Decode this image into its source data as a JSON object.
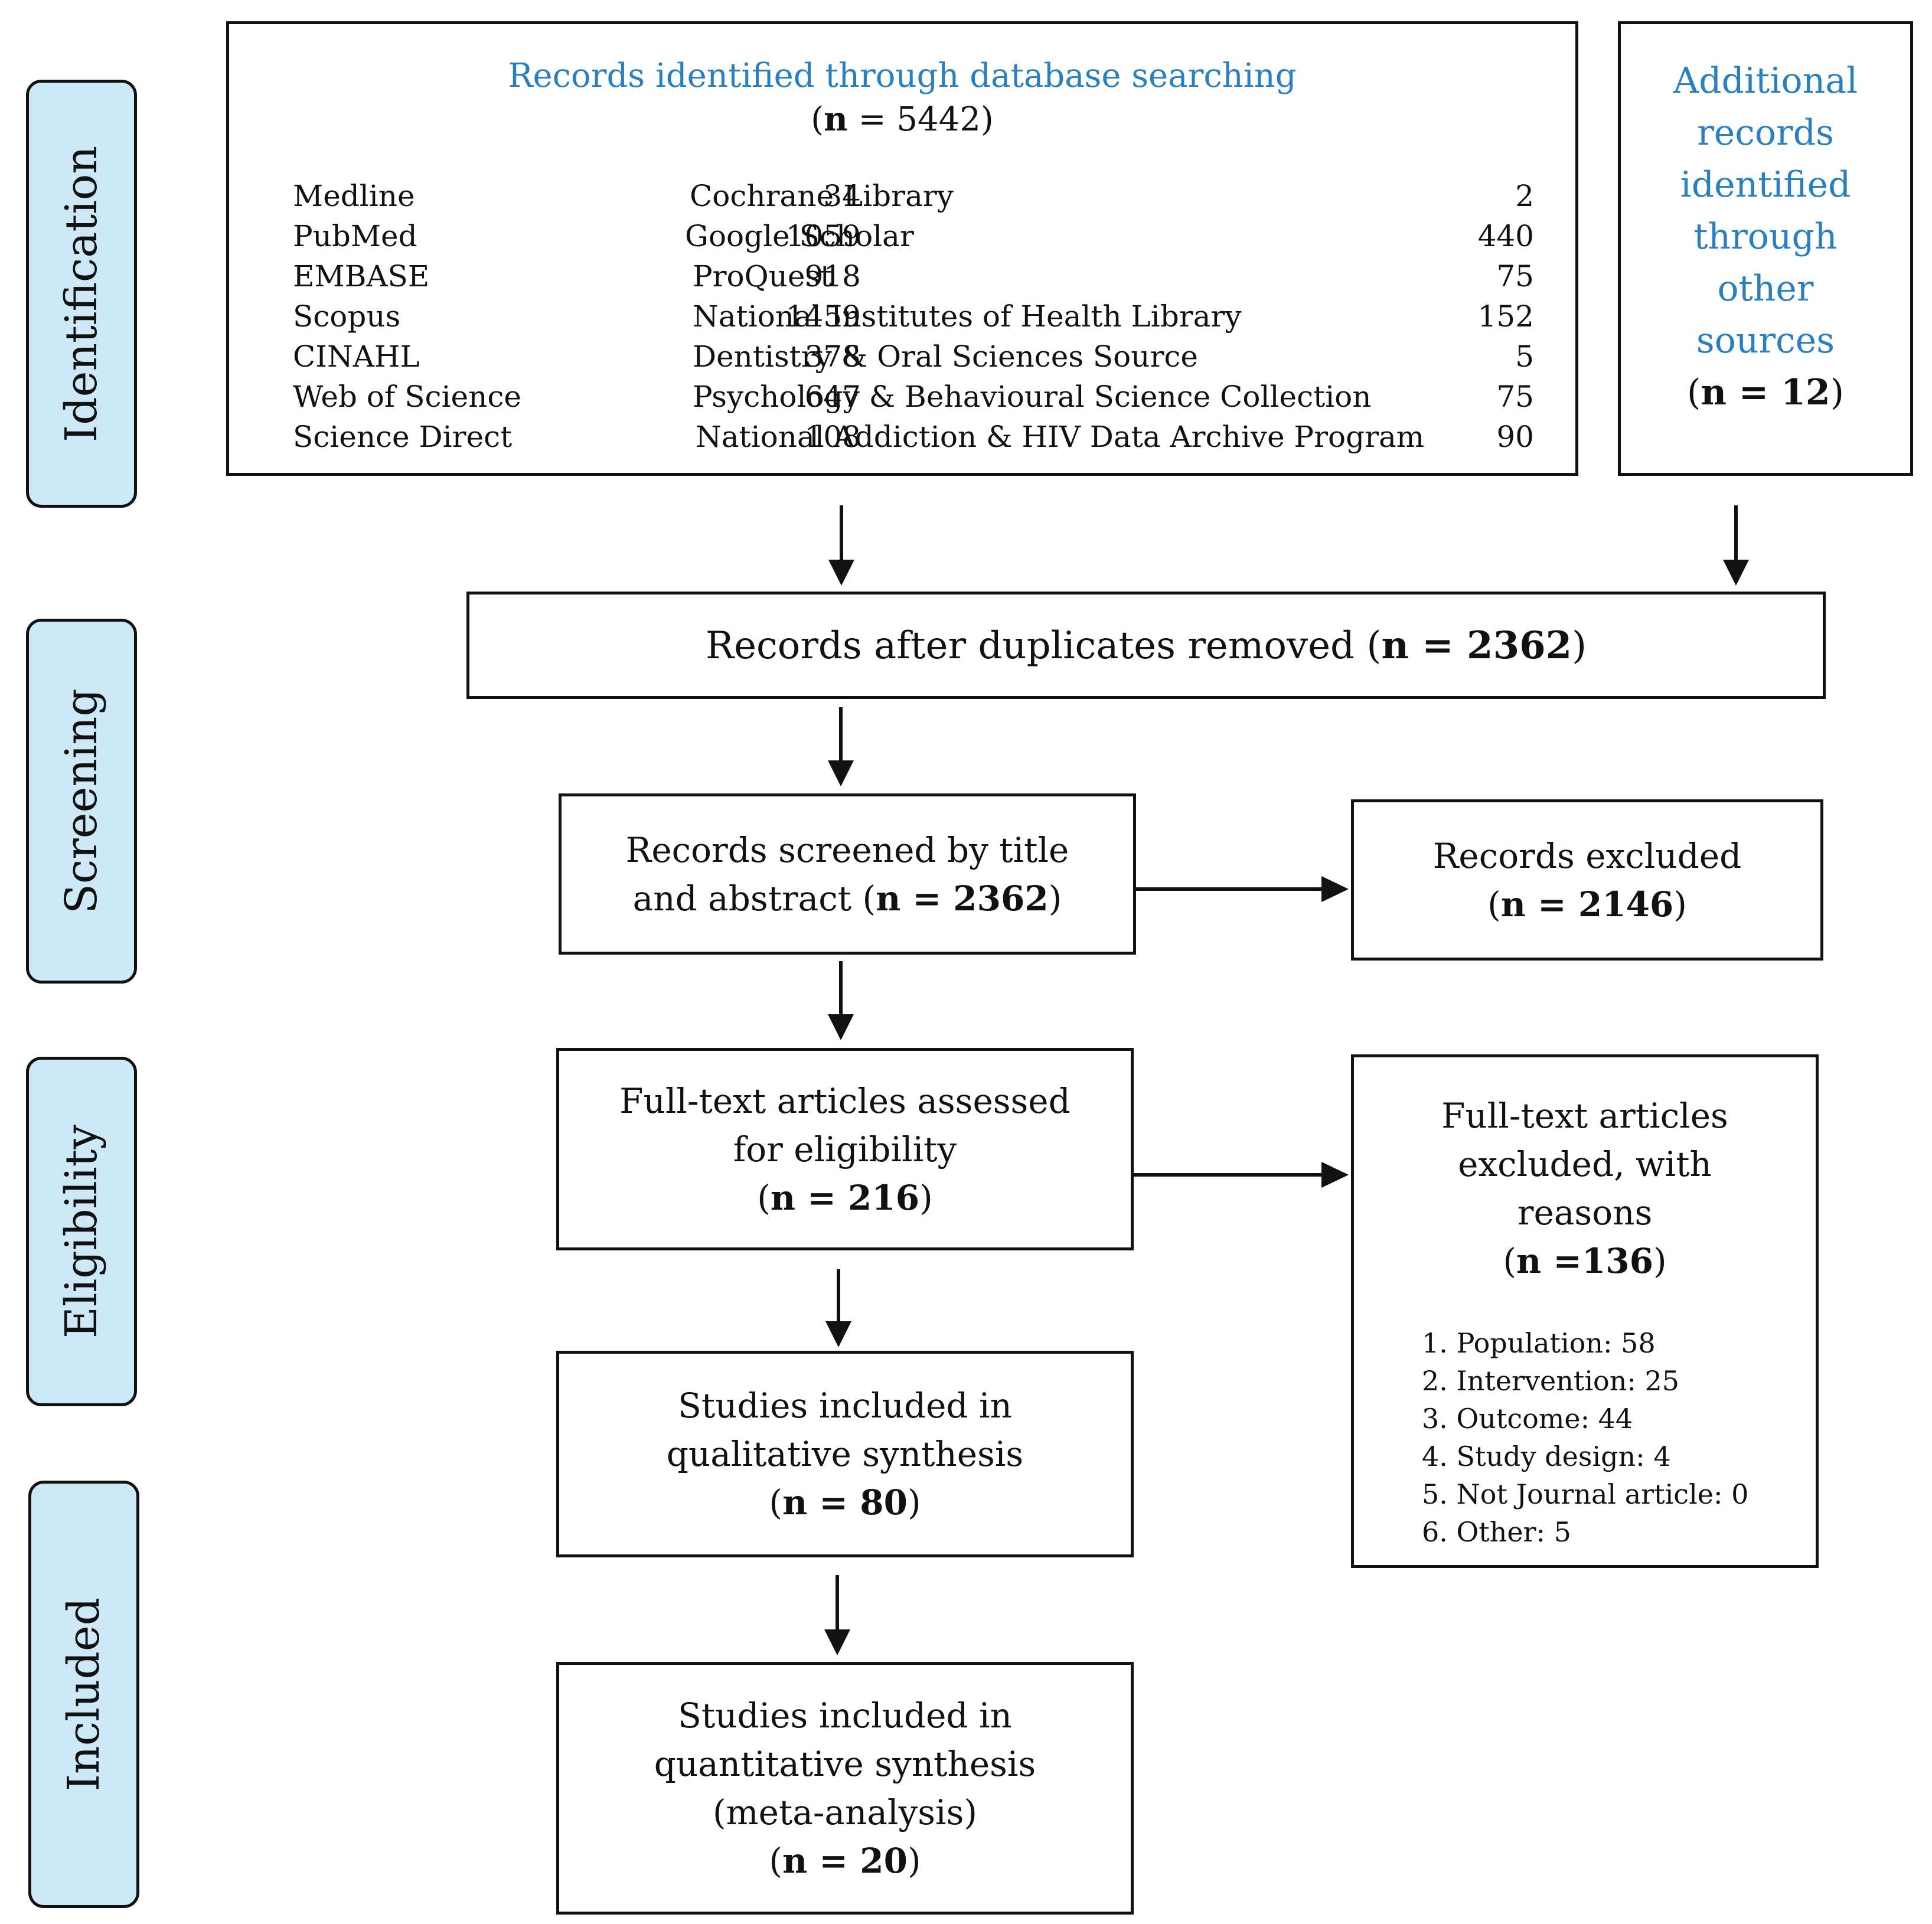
{
  "stages": [
    "Identification",
    "Screening",
    "Eligibility",
    "Included"
  ],
  "identification": {
    "title": "Records identified through database searching",
    "n_label": "n",
    "n_rest": " = 5442",
    "databases_left": [
      {
        "name": "Medline",
        "count": "34"
      },
      {
        "name": "PubMed",
        "count": "1059"
      },
      {
        "name": "EMBASE",
        "count": "918"
      },
      {
        "name": "Scopus",
        "count": "1459"
      },
      {
        "name": "CINAHL",
        "count": "378"
      },
      {
        "name": "Web of Science",
        "count": "647"
      },
      {
        "name": "Science Direct",
        "count": "108"
      }
    ],
    "databases_right": [
      {
        "name": "Cochrane Library",
        "count": "2"
      },
      {
        "name": "Google Scholar",
        "count": "440"
      },
      {
        "name": "ProQuest",
        "count": "75"
      },
      {
        "name": "National Institutes of Health Library",
        "count": "152"
      },
      {
        "name": "Dentistry & Oral Sciences Source",
        "count": "5"
      },
      {
        "name": "Psychology & Behavioural Science Collection",
        "count": "75"
      },
      {
        "name": "National Addiction & HIV Data Archive Program",
        "count": "90"
      }
    ]
  },
  "additional": {
    "lines": [
      "Additional",
      "records",
      "identified",
      "through",
      "other",
      "sources"
    ],
    "n": "n =  12"
  },
  "duplicates": {
    "label": "Records after duplicates removed ",
    "n": "n = 2362"
  },
  "screened": {
    "line1": "Records screened by title",
    "line2": "and abstract ",
    "n": "n = 2362"
  },
  "excluded": {
    "label": "Records excluded",
    "n": "n = 2146"
  },
  "fulltext": {
    "line1": "Full-text articles assessed",
    "line2": "for eligibility",
    "n": "n = 216"
  },
  "fulltext_excluded": {
    "lines": [
      "Full-text articles",
      "excluded, with",
      "reasons"
    ],
    "n": "n =136",
    "reasons": [
      "1. Population: 58",
      "2. Intervention: 25",
      "3. Outcome: 44",
      "4. Study design: 4",
      "5. Not Journal article: 0",
      "6. Other: 5"
    ]
  },
  "qualitative": {
    "line1": "Studies included in",
    "line2": "qualitative synthesis",
    "n": "n = 80"
  },
  "quantitative": {
    "line1": "Studies included in",
    "line2": "quantitative synthesis",
    "line3": "(meta-analysis)",
    "n": "n = 20"
  },
  "colors": {
    "stage_fill": "#cde9f8",
    "title_blue": "#2a7fc0",
    "line": "#111111"
  }
}
